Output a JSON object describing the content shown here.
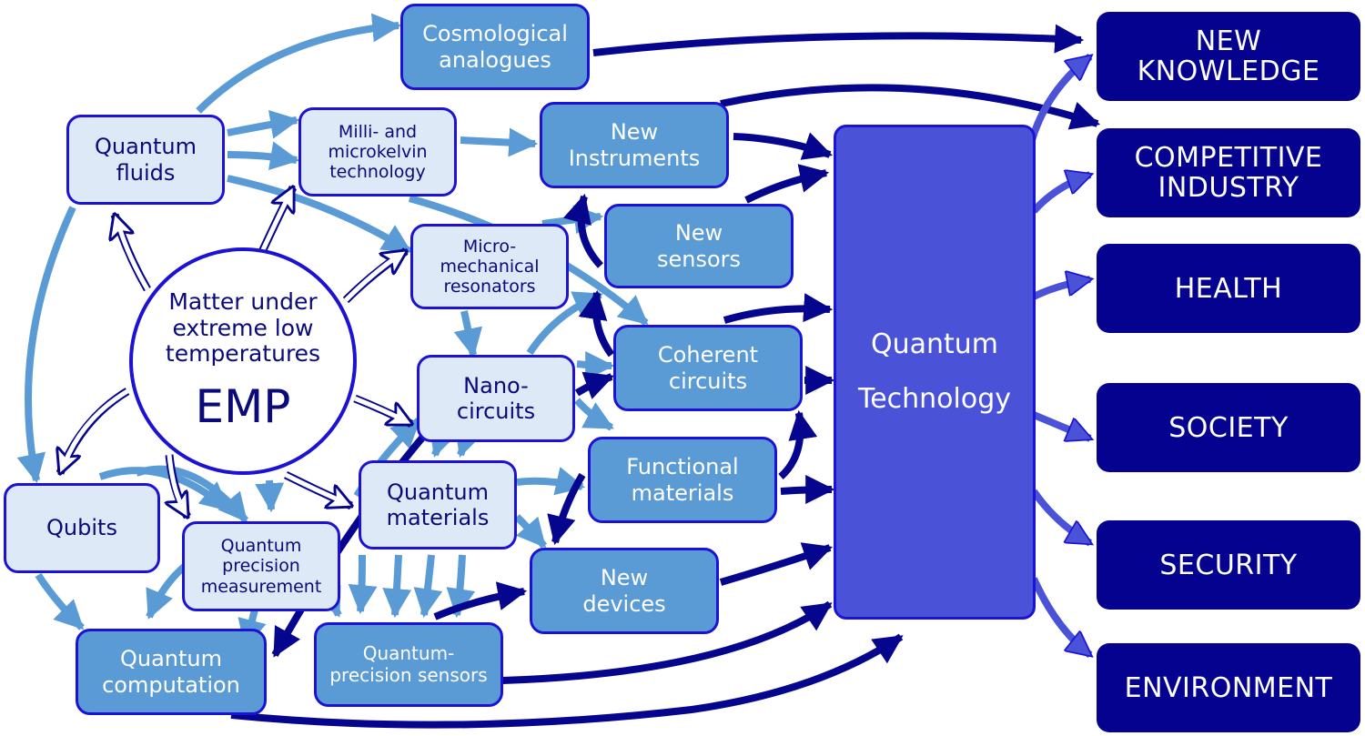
{
  "colors": {
    "pale_fill": "#dde9f6",
    "mid_fill": "#5b9bd5",
    "node_border": "#1c12d6",
    "dark_text": "#0a0a7a",
    "navy": "#04028e",
    "qt_fill": "#4a52d8",
    "light_arrow": "#5b9bd5",
    "dark_arrow": "#06058e",
    "hollow_arrow": "#06058e",
    "output_arrow": "#4a52d8"
  },
  "center": {
    "title": "Matter under\nextreme low\ntemperatures",
    "label": "EMP"
  },
  "research_areas": {
    "quantum_fluids": "Quantum\nfluids",
    "milli_microkelvin": "Milli- and\nmicrokelvin\ntechnology",
    "micromechanical": "Micro-\nmechanical\nresonators",
    "nanocircuits": "Nano-\ncircuits",
    "quantum_materials": "Quantum\nmaterials",
    "qubits": "Qubits",
    "quantum_precision_measurement": "Quantum\nprecision\nmeasurement"
  },
  "applications": {
    "cosmological_analogues": "Cosmological\nanalogues",
    "new_instruments": "New\nInstruments",
    "new_sensors": "New\nsensors",
    "coherent_circuits": "Coherent\ncircuits",
    "functional_materials": "Functional\nmaterials",
    "new_devices": "New\ndevices",
    "quantum_computation": "Quantum\ncomputation",
    "quantum_precision_sensors": "Quantum-\nprecision sensors"
  },
  "hub": {
    "label": "Quantum\nTechnology"
  },
  "outcomes": [
    "NEW\nKNOWLEDGE",
    "COMPETITIVE\nINDUSTRY",
    "HEALTH",
    "SOCIETY",
    "SECURITY",
    "ENVIRONMENT"
  ]
}
